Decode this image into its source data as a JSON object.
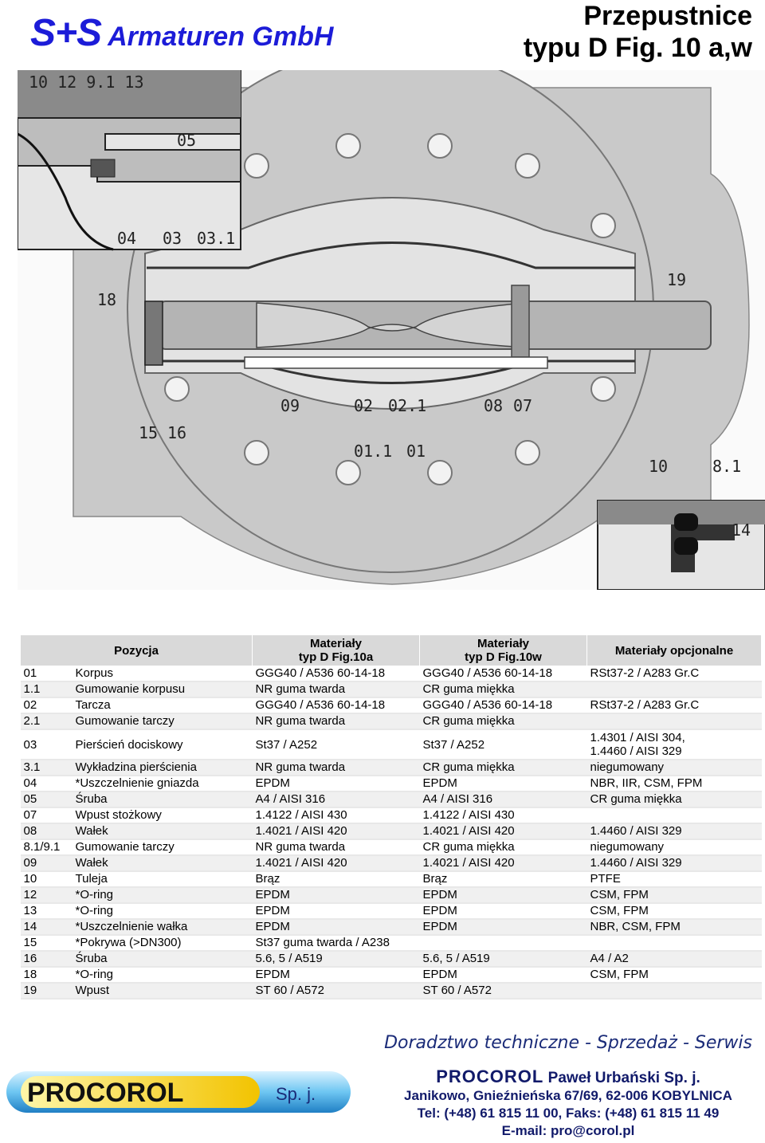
{
  "header": {
    "logo": "S+S",
    "company": "Armaturen GmbH",
    "title_line1": "Przepustnice",
    "title_line2": "typu D Fig. 10 a,w"
  },
  "drawing": {
    "labels": {
      "top_left": "10 12   9.1   13",
      "l05": "05",
      "l04": "04",
      "l03": "03",
      "l031": "03.1",
      "l18": "18",
      "l19": "19",
      "l09": "09",
      "l02": "02",
      "l021": "02.1",
      "l08": "08",
      "l07": "07",
      "l15": "15",
      "l16": "16",
      "l011": "01.1",
      "l01": "01",
      "l10": "10",
      "l81": "8.1",
      "l14": "14"
    }
  },
  "table": {
    "headers": {
      "position": "Pozycja",
      "mat_a_1": "Materiały",
      "mat_a_2": "typ D Fig.10a",
      "mat_w_1": "Materiały",
      "mat_w_2": "typ D Fig.10w",
      "optional": "Materiały opcjonalne"
    },
    "rows": [
      {
        "pos": "01",
        "name": "Korpus",
        "a": "GGG40 / A536 60-14-18",
        "w": "GGG40 / A536 60-14-18",
        "opt": "RSt37-2 / A283 Gr.C"
      },
      {
        "pos": "1.1",
        "name": "Gumowanie korpusu",
        "a": "NR guma twarda",
        "w": "CR guma miękka",
        "opt": ""
      },
      {
        "pos": "02",
        "name": "Tarcza",
        "a": "GGG40 / A536 60-14-18",
        "w": "GGG40 / A536 60-14-18",
        "opt": "RSt37-2 / A283 Gr.C"
      },
      {
        "pos": "2.1",
        "name": "Gumowanie tarczy",
        "a": "NR guma twarda",
        "w": "CR guma miękka",
        "opt": ""
      },
      {
        "pos": "03",
        "name": "Pierścień dociskowy",
        "a": "St37 / A252",
        "w": "St37 / A252",
        "opt": "1.4301 / AISI 304,",
        "opt2": "1.4460 / AISI 329"
      },
      {
        "pos": "3.1",
        "name": "Wykładzina pierścienia",
        "a": "NR guma twarda",
        "w": "CR guma miękka",
        "opt": "niegumowany"
      },
      {
        "pos": "04",
        "name": "*Uszczelnienie gniazda",
        "a": "EPDM",
        "w": "EPDM",
        "opt": "NBR, IIR, CSM, FPM"
      },
      {
        "pos": "05",
        "name": "Śruba",
        "a": "A4 / AISI 316",
        "w": "A4 / AISI 316",
        "opt": "CR guma miękka"
      },
      {
        "pos": "07",
        "name": "Wpust stożkowy",
        "a": "1.4122 / AISI 430",
        "w": "1.4122 / AISI 430",
        "opt": ""
      },
      {
        "pos": "08",
        "name": "Wałek",
        "a": "1.4021 / AISI 420",
        "w": "1.4021 / AISI 420",
        "opt": "1.4460 / AISI 329"
      },
      {
        "pos": "8.1/9.1",
        "name": "Gumowanie tarczy",
        "a": "NR guma twarda",
        "w": "CR guma miękka",
        "opt": "niegumowany"
      },
      {
        "pos": "09",
        "name": "Wałek",
        "a": "1.4021 / AISI 420",
        "w": "1.4021 / AISI 420",
        "opt": "1.4460 / AISI 329"
      },
      {
        "pos": "10",
        "name": "Tuleja",
        "a": "Brąz",
        "w": "Brąz",
        "opt": "PTFE"
      },
      {
        "pos": "12",
        "name": "*O-ring",
        "a": "EPDM",
        "w": "EPDM",
        "opt": "CSM, FPM"
      },
      {
        "pos": "13",
        "name": "*O-ring",
        "a": "EPDM",
        "w": "EPDM",
        "opt": "CSM, FPM"
      },
      {
        "pos": "14",
        "name": "*Uszczelnienie wałka",
        "a": "EPDM",
        "w": "EPDM",
        "opt": "NBR, CSM, FPM"
      },
      {
        "pos": "15",
        "name": "*Pokrywa (>DN300)",
        "a": "St37 guma twarda / A238",
        "w": "",
        "opt": ""
      },
      {
        "pos": "16",
        "name": "Śruba",
        "a": "5.6, 5 / A519",
        "w": "5.6, 5 / A519",
        "opt": "A4 / A2"
      },
      {
        "pos": "18",
        "name": "*O-ring",
        "a": "EPDM",
        "w": "EPDM",
        "opt": "CSM, FPM"
      },
      {
        "pos": "19",
        "name": "Wpust",
        "a": "ST 60 / A572",
        "w": "ST 60 / A572",
        "opt": ""
      }
    ]
  },
  "footer": {
    "slogan": "Doradztwo techniczne  -  Sprzedaż  -  Serwis",
    "logo_text": "PROCOROL",
    "logo_suffix": "Sp. j.",
    "company_brand": "PROCOROL",
    "company_rest": "Paweł Urbański Sp. j.",
    "address": "Janikowo, Gnieźnieńska 67/69, 62-006 KOBYLNICA",
    "phone": "Tel: (+48) 61 815 11 00, Faks: (+48) 61 815 11 49",
    "email": "E-mail: pro@corol.pl"
  }
}
